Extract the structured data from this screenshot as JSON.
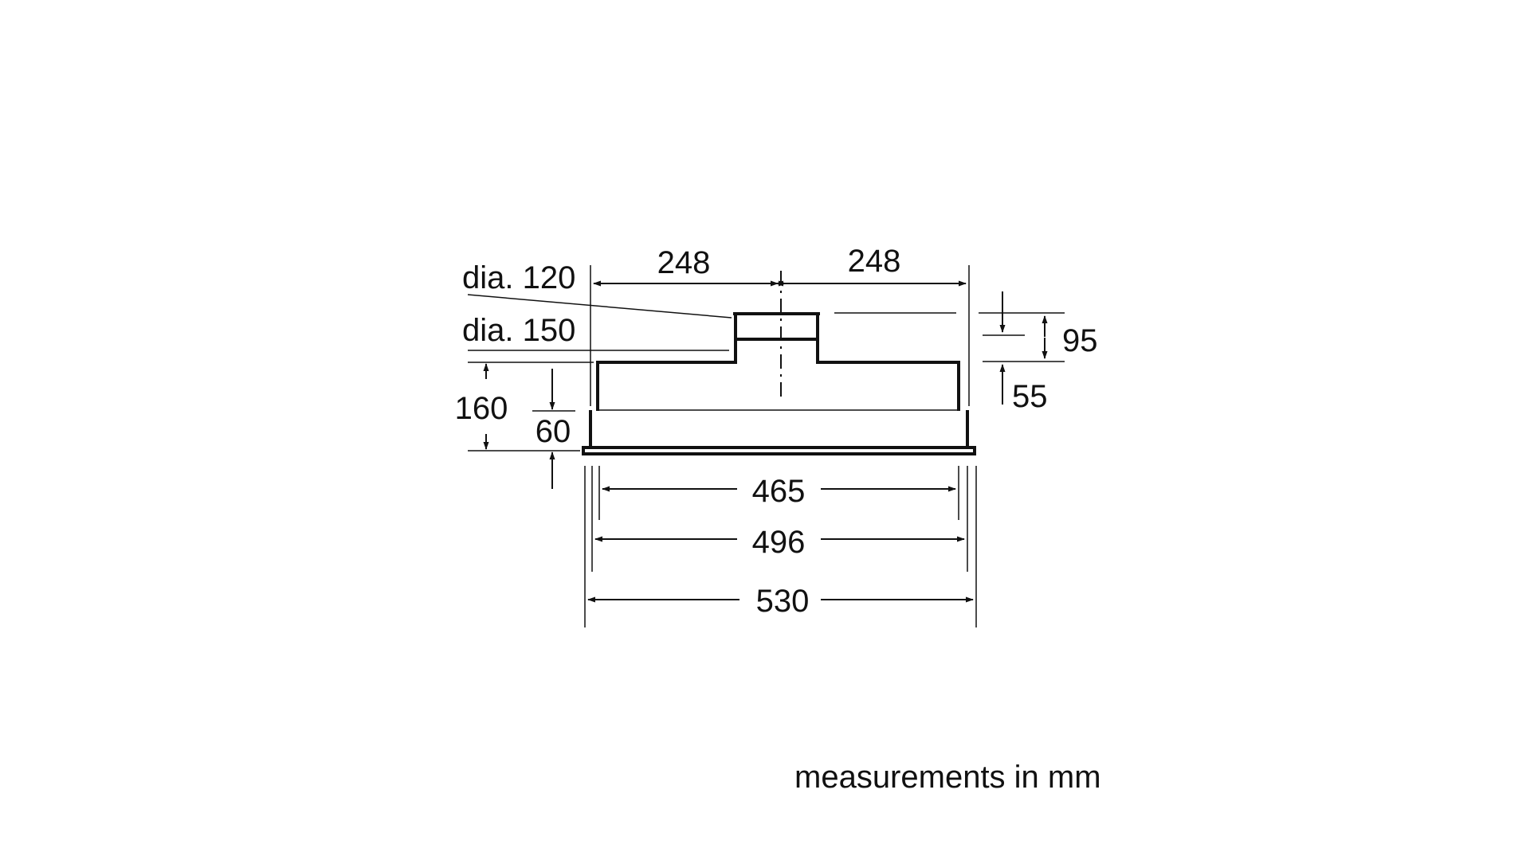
{
  "dimensions": {
    "duct_offset_left": "248",
    "duct_offset_right": "248",
    "inner_diameter": "dia. 120",
    "outer_diameter": "dia. 150",
    "total_height": "160",
    "lower_height": "60",
    "collar_height": "95",
    "body_offset": "55",
    "inner_width": "465",
    "body_width": "496",
    "total_width": "530"
  },
  "note": "measurements in mm"
}
